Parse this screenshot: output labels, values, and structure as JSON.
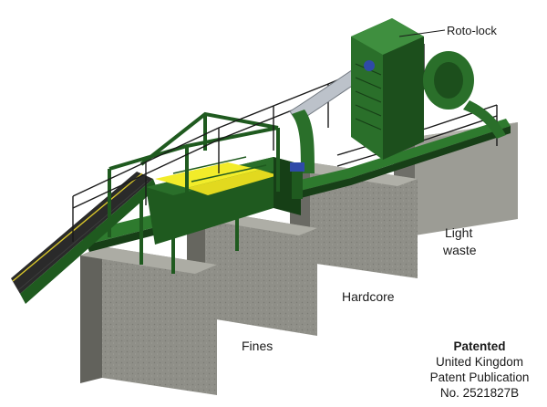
{
  "labels": {
    "roto_lock": "Roto-lock",
    "light": "Light",
    "waste": "waste",
    "hardcore": "Hardcore",
    "fines": "Fines"
  },
  "patent_note": {
    "heading": "Patented",
    "line1": "United Kingdom",
    "line2": "Patent Publication",
    "line3": "No. 2521827B"
  },
  "colors": {
    "frame": "#1f5a1f",
    "frame_dark": "#123812",
    "deck": "#2e7a2e",
    "screen_panel": "#f2ec2a",
    "duct": "#b9bfc7",
    "fan_housing": "#2a6f2a",
    "concrete_light": "#a7a79f",
    "concrete_mid": "#8c8c85",
    "concrete_dark": "#66665f",
    "belt": "#2b2b2b",
    "motor": "#2f4aa8"
  }
}
